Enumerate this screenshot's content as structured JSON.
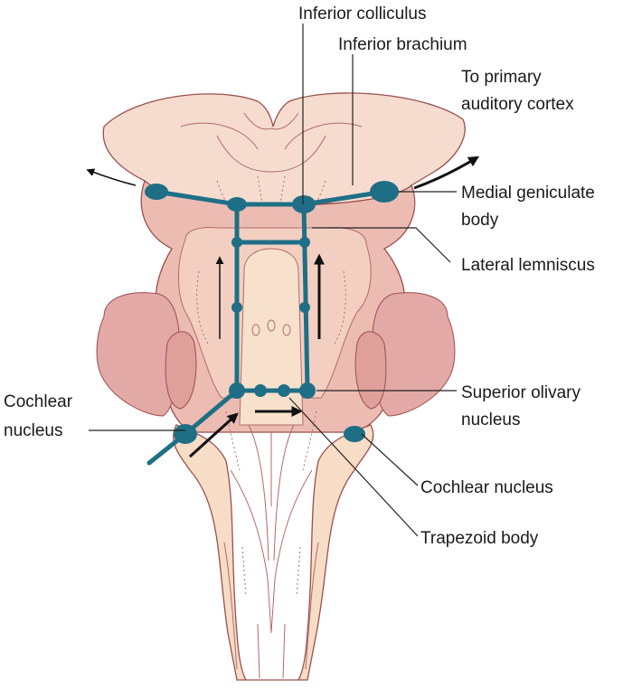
{
  "labels": {
    "inferior_colliculus": "Inferior colliculus",
    "inferior_brachium": "Inferior brachium",
    "primary_cortex_line1": "To primary",
    "primary_cortex_line2": "auditory cortex",
    "medial_geniculate_line1": "Medial geniculate",
    "medial_geniculate_line2": "body",
    "lateral_lemniscus": "Lateral lemniscus",
    "cochlear_left_line1": "Cochlear",
    "cochlear_left_line2": "nucleus",
    "superior_olivary_line1": "Superior olivary",
    "superior_olivary_line2": "nucleus",
    "cochlear_right": "Cochlear nucleus",
    "trapezoid_body": "Trapezoid body"
  },
  "colors": {
    "pathway": "#1e6f86",
    "tissue_light": "#f6dccf",
    "tissue_mid": "#ecbcb3",
    "tissue_dark": "#e0a3a0",
    "stem": "#f7dcc6",
    "outline": "#9a4f4f"
  }
}
